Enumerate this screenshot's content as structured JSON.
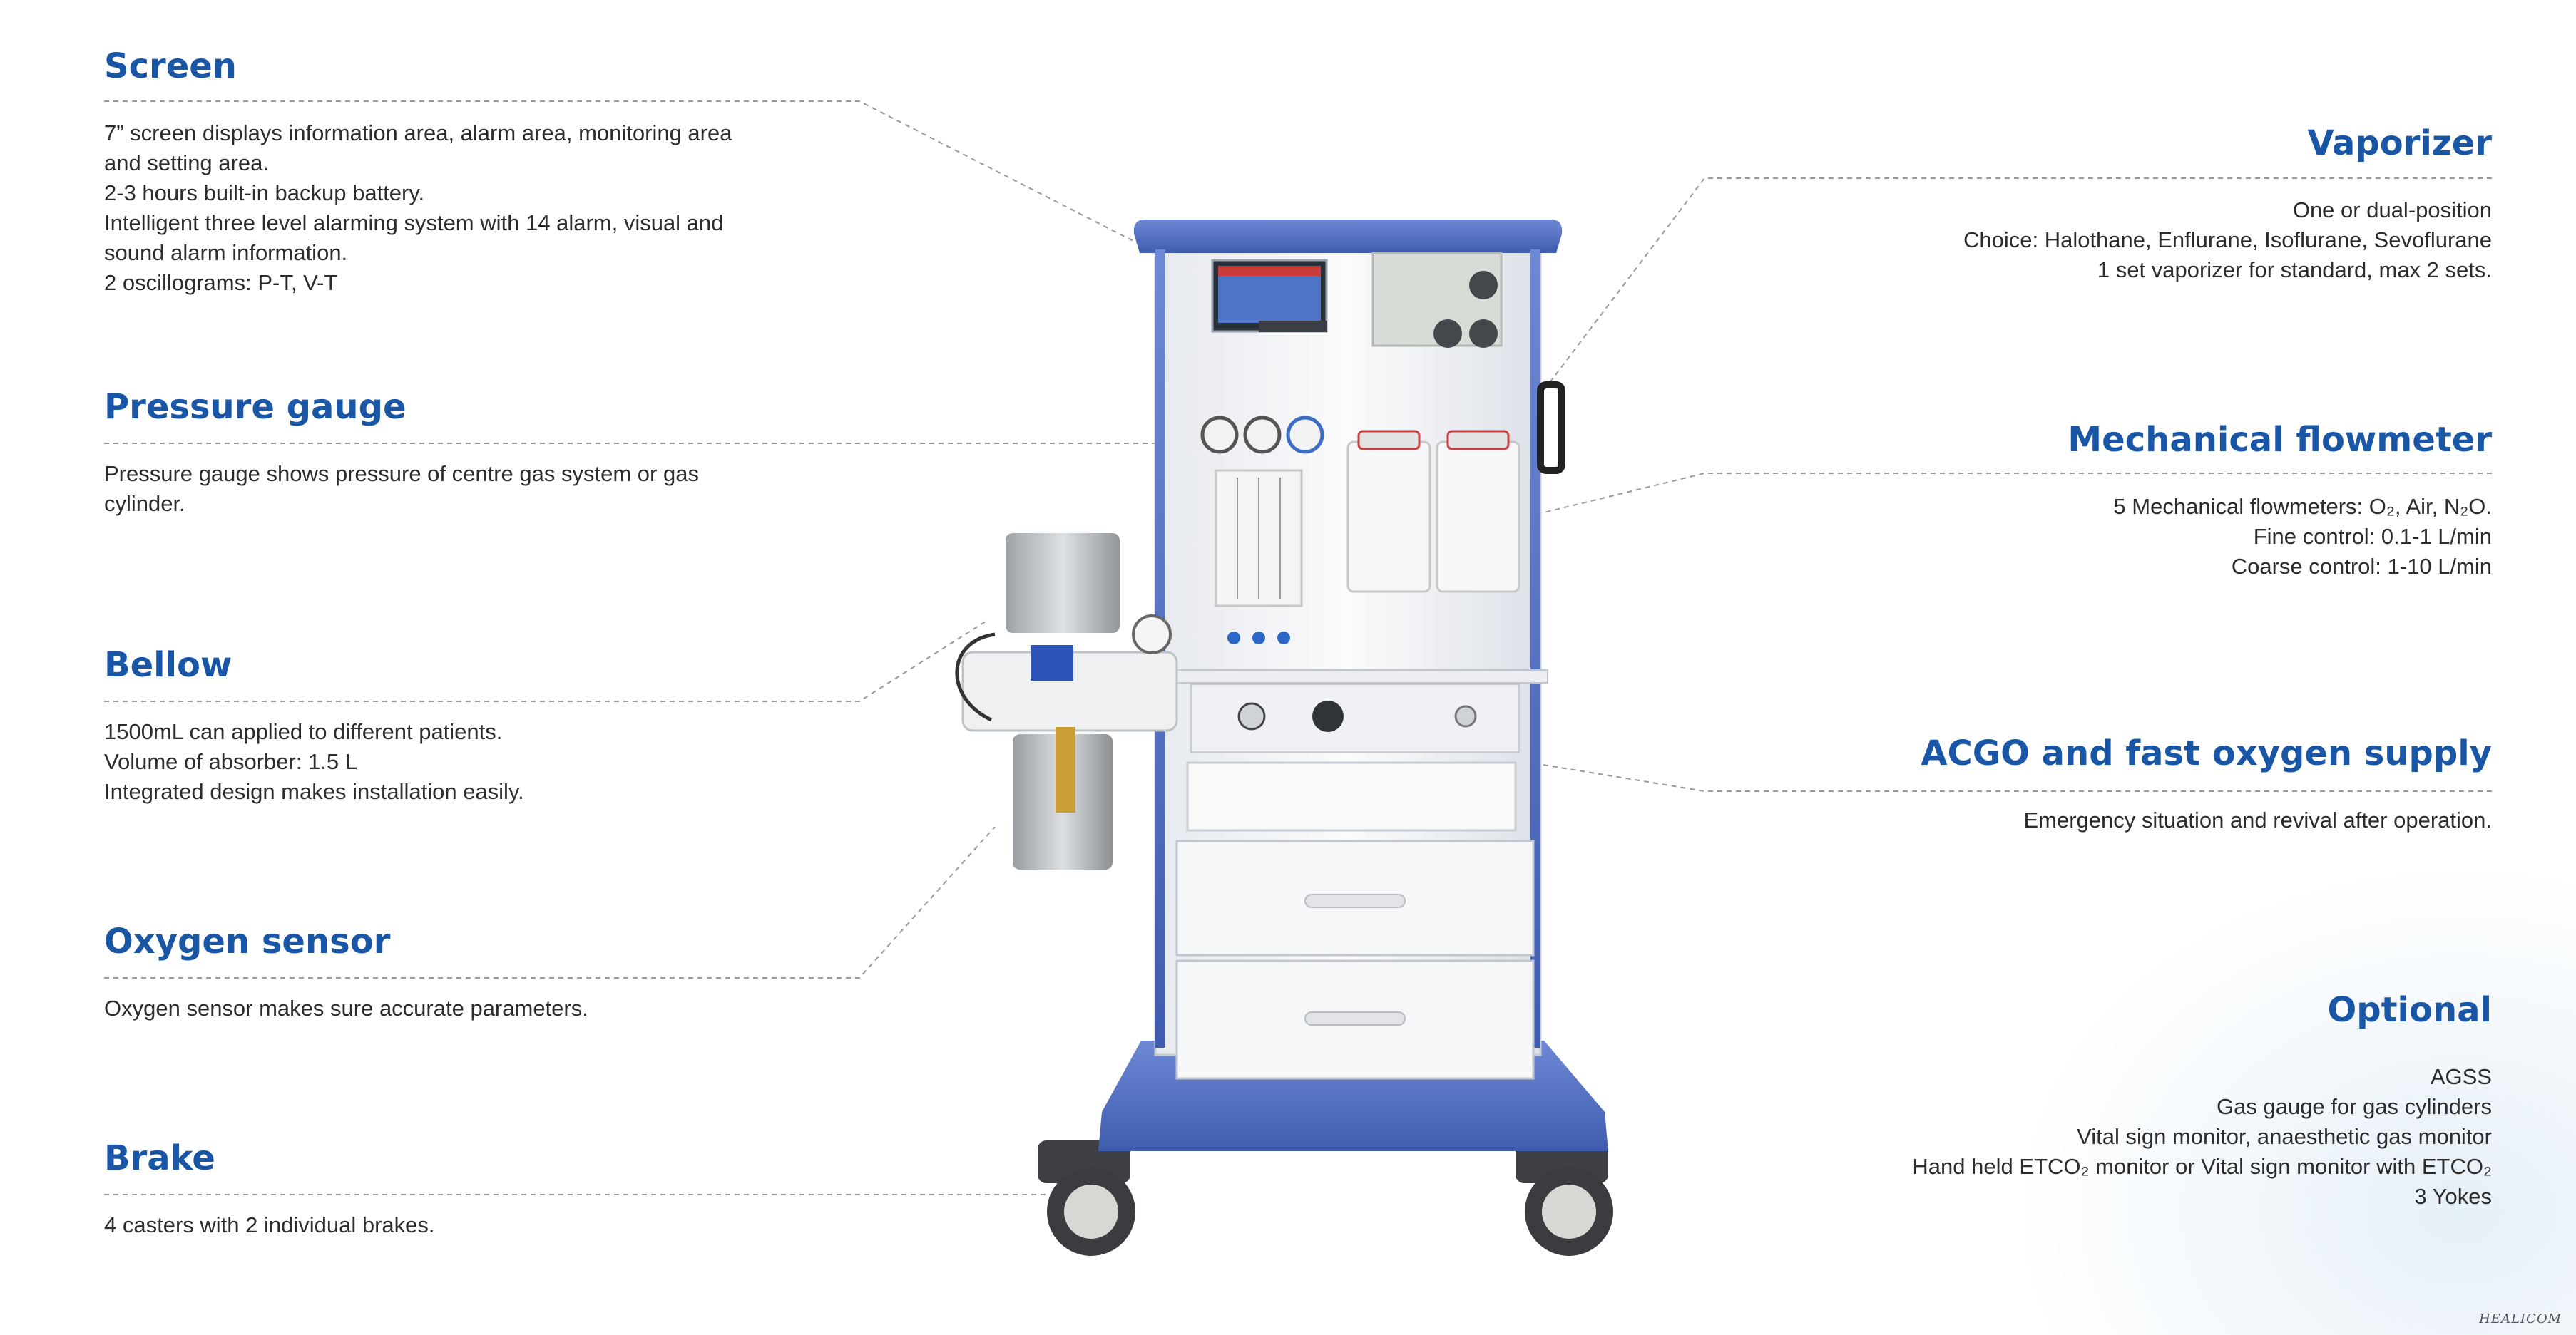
{
  "features": {
    "screen": {
      "title": "Screen",
      "lines": [
        "7” screen displays information area, alarm area, monitoring area",
        "and setting area.",
        "2-3 hours built-in backup battery.",
        "Intelligent three level alarming system with 14 alarm, visual and",
        "sound alarm information.",
        "2 oscillograms: P-T, V-T"
      ]
    },
    "pressure_gauge": {
      "title": "Pressure gauge",
      "lines": [
        "Pressure gauge shows pressure of centre gas system or gas",
        "cylinder."
      ]
    },
    "bellow": {
      "title": "Bellow",
      "lines": [
        "1500mL can applied to different patients.",
        "Volume of absorber: 1.5 L",
        "Integrated design makes installation easily."
      ]
    },
    "oxygen_sensor": {
      "title": "Oxygen sensor",
      "lines": [
        "Oxygen sensor makes sure accurate parameters."
      ]
    },
    "brake": {
      "title": "Brake",
      "lines": [
        "4 casters with 2 individual brakes."
      ]
    },
    "vaporizer": {
      "title": "Vaporizer",
      "lines": [
        "One or dual-position",
        "Choice: Halothane, Enflurane, Isoflurane, Sevoflurane",
        "1 set vaporizer for standard, max 2 sets."
      ]
    },
    "mechanical_flowmeter": {
      "title": "Mechanical flowmeter",
      "lines": [
        "5 Mechanical flowmeters: O₂, Air, N₂O.",
        "Fine control: 0.1-1 L/min",
        "Coarse control: 1-10 L/min"
      ]
    },
    "acgo": {
      "title": "ACGO and fast oxygen supply",
      "lines": [
        "Emergency situation and revival after operation."
      ]
    },
    "optional": {
      "title": "Optional",
      "lines": [
        "AGSS",
        "Gas gauge for gas cylinders",
        "Vital sign monitor, anaesthetic gas monitor",
        "Hand held ETCO₂ monitor or Vital sign monitor with ETCO₂",
        "3 Yokes"
      ]
    }
  },
  "watermark": "HEALICOM",
  "colors": {
    "heading": "#1a56a6",
    "body_text": "#2c2c2c",
    "machine_blue": "#5573c4",
    "leader_line": "#9a9a9a"
  }
}
